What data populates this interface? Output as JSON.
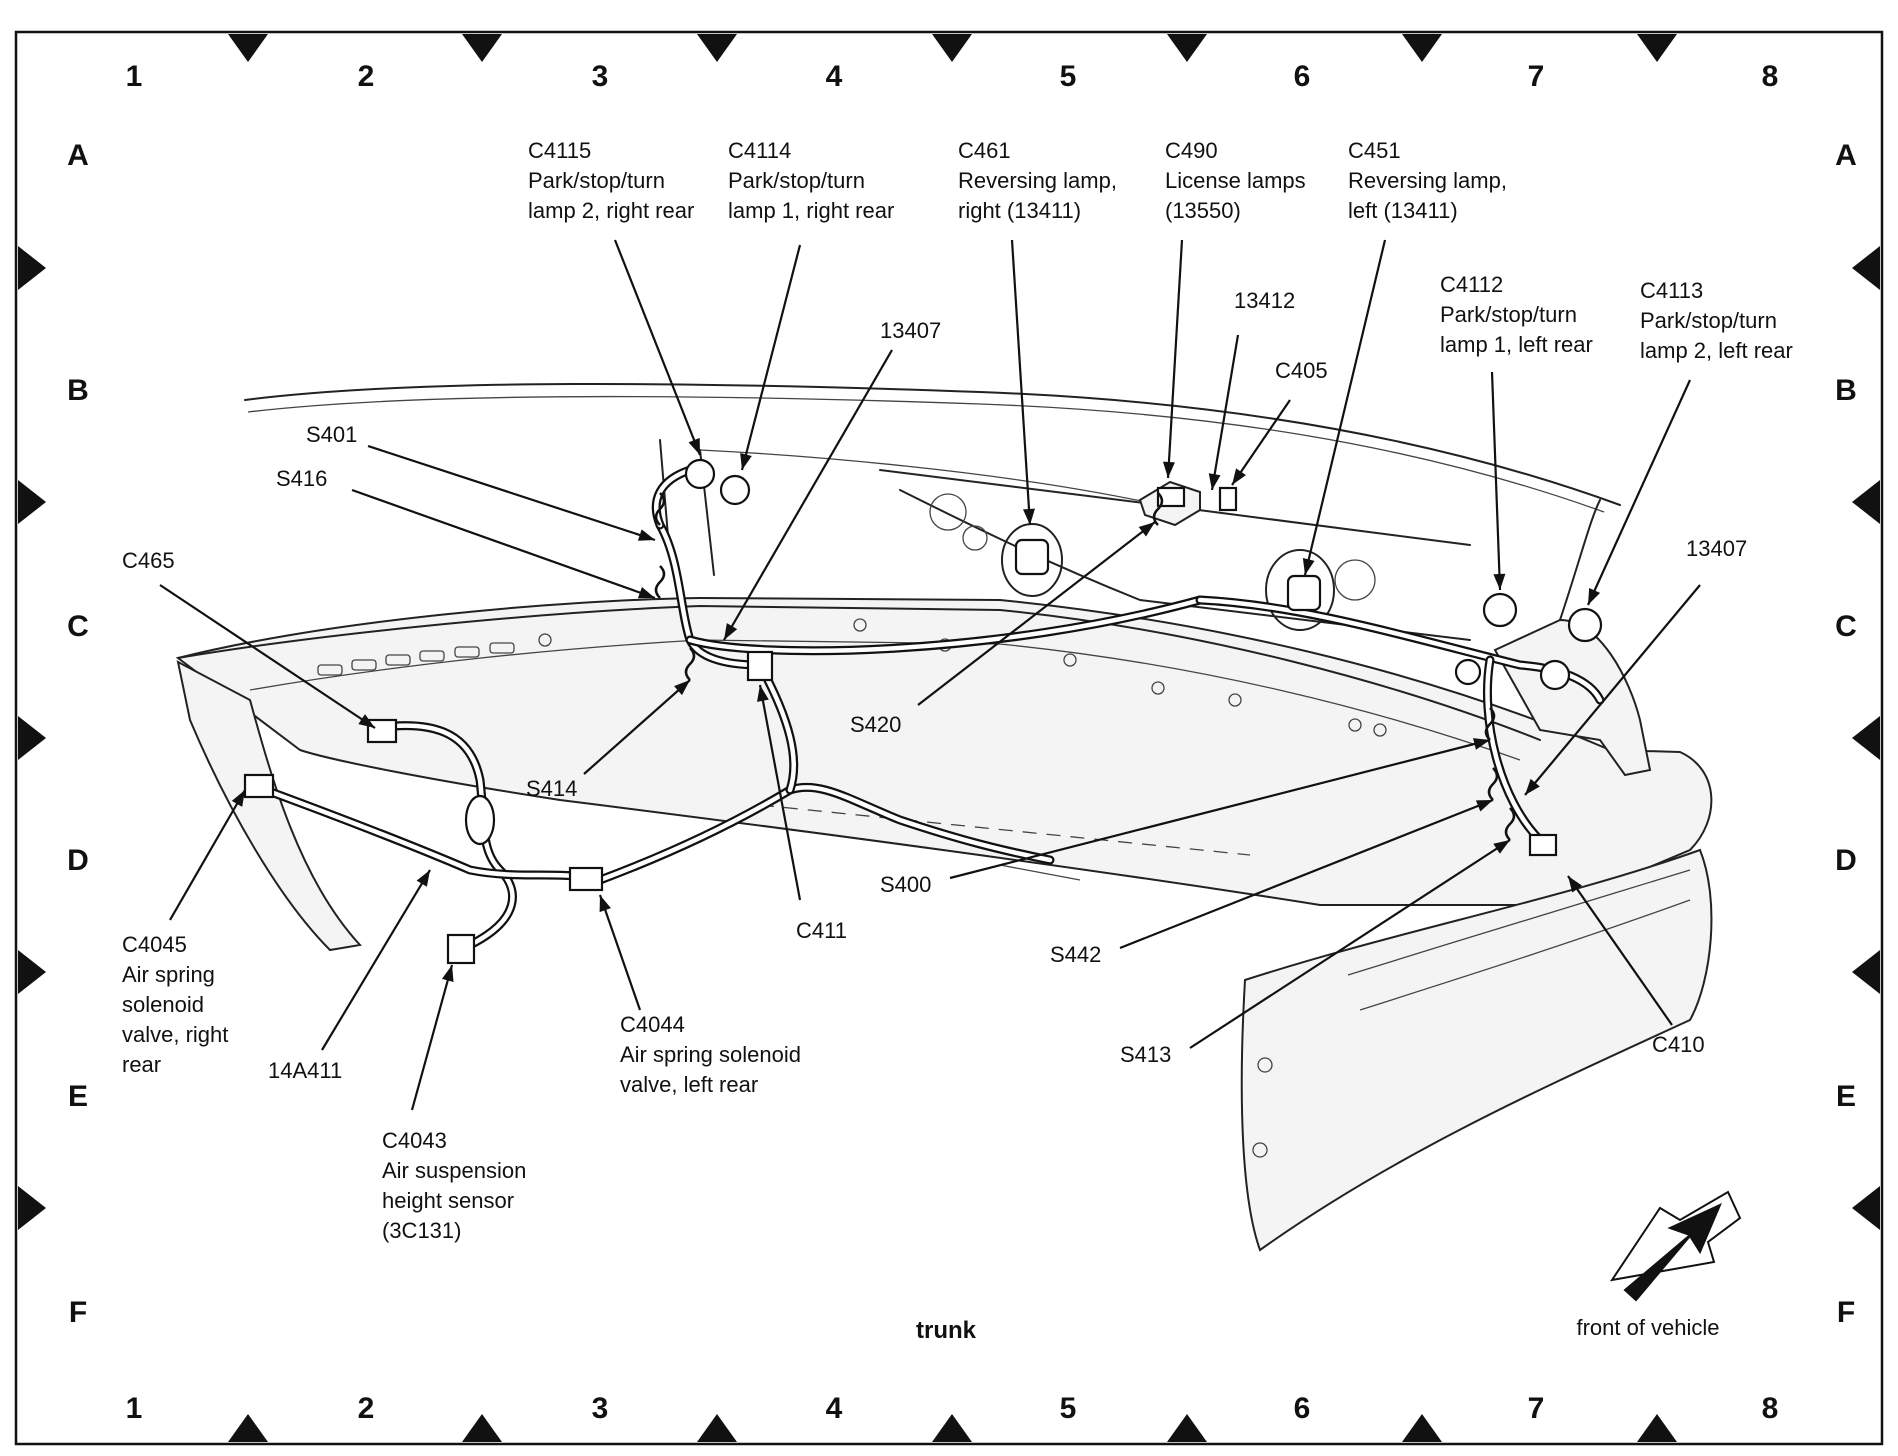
{
  "grid": {
    "columns": [
      "1",
      "2",
      "3",
      "4",
      "5",
      "6",
      "7",
      "8"
    ],
    "rows": [
      "A",
      "B",
      "C",
      "D",
      "E",
      "F"
    ]
  },
  "labels": {
    "c4115": [
      "C4115",
      "Park/stop/turn",
      "lamp 2, right rear"
    ],
    "c4114": [
      "C4114",
      "Park/stop/turn",
      "lamp 1, right rear"
    ],
    "c461": [
      "C461",
      "Reversing lamp,",
      "right (13411)"
    ],
    "c490": [
      "C490",
      "License lamps",
      "(13550)"
    ],
    "c451": [
      "C451",
      "Reversing lamp,",
      "left (13411)"
    ],
    "c4112": [
      "C4112",
      "Park/stop/turn",
      "lamp 1, left rear"
    ],
    "c4113": [
      "C4113",
      "Park/stop/turn",
      "lamp 2, left rear"
    ],
    "n13412": [
      "13412"
    ],
    "c405": [
      "C405"
    ],
    "n13407_top": [
      "13407"
    ],
    "n13407_right": [
      "13407"
    ],
    "s401": [
      "S401"
    ],
    "s416": [
      "S416"
    ],
    "c465": [
      "C465"
    ],
    "s414": [
      "S414"
    ],
    "s420": [
      "S420"
    ],
    "s400": [
      "S400"
    ],
    "c411": [
      "C411"
    ],
    "s442": [
      "S442"
    ],
    "s413": [
      "S413"
    ],
    "c410": [
      "C410"
    ],
    "c4045": [
      "C4045",
      "Air spring",
      "solenoid",
      "valve, right",
      "rear"
    ],
    "n14a411": [
      "14A411"
    ],
    "c4044": [
      "C4044",
      "Air spring solenoid",
      "valve, left rear"
    ],
    "c4043": [
      "C4043",
      "Air suspension",
      "height sensor",
      "(3C131)"
    ]
  },
  "captions": {
    "trunk": "trunk",
    "front": "front of vehicle"
  }
}
